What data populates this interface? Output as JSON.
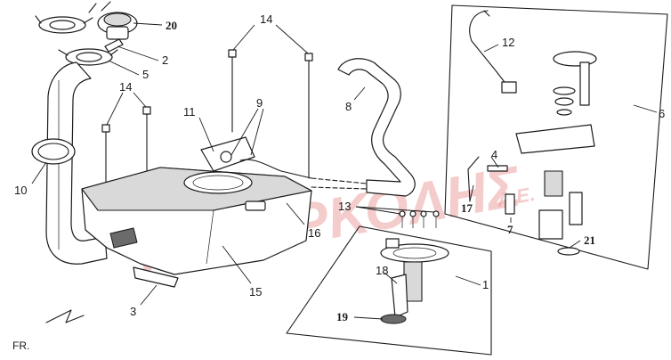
{
  "watermark": {
    "main": "ΓΚΟΡΡΚΟΛΗΣ",
    "suffix": "Α.Ε."
  },
  "direction": {
    "label": "FR."
  },
  "callouts": {
    "c20": "20",
    "c2": "2",
    "c5": "5",
    "c14a": "14",
    "c14b": "14",
    "c10": "10",
    "c11": "11",
    "c9": "9",
    "c8": "8",
    "c12": "12",
    "c6": "6",
    "c4": "4",
    "c17": "17",
    "c7": "7",
    "c21": "21",
    "c13": "13",
    "c16": "16",
    "c15": "15",
    "c3": "3",
    "c1": "1",
    "c18": "18",
    "c19": "19"
  }
}
